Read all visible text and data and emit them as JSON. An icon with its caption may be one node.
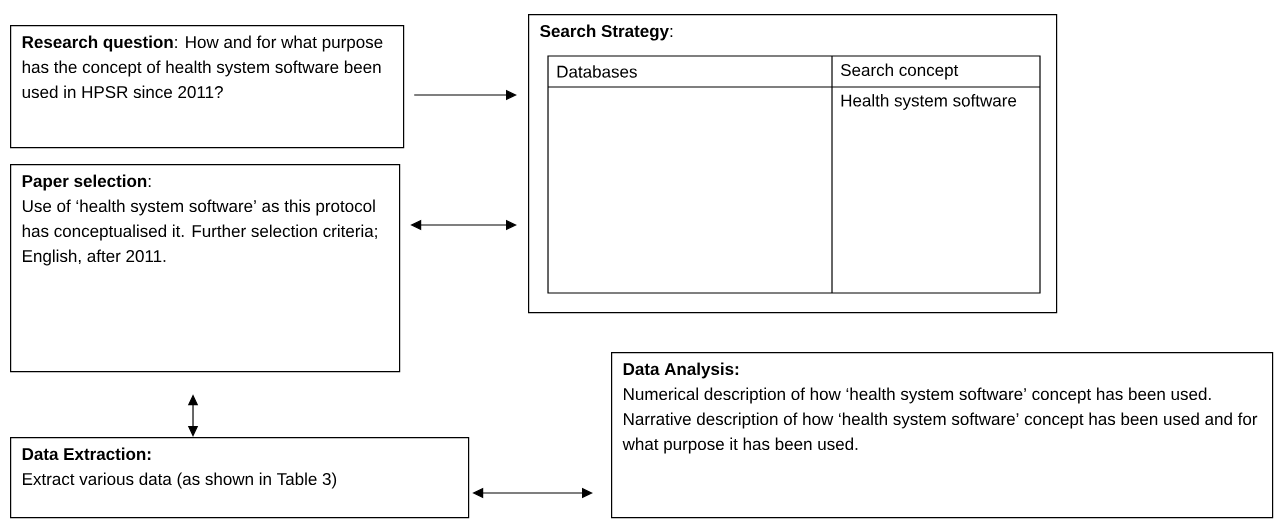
{
  "diagram": {
    "nodes": [
      {
        "text": [
          "**Research question**: How and for what purpose has the concept of health system software been used in HPSR since 2011?"
        ]
      },
      {
        "text": [
          "**Search Strategy**:"
        ]
      },
      {
        "text": [
          "**Paper selection**:",
          "Use of ‘health system software’ as this protocol has conceptualised it. Further selection criteria; English, after 2011."
        ]
      },
      {
        "text": [
          "Data Extraction:",
          "Extract various data (as shown in Table 3)"
        ]
      },
      {
        "text": [
          "Data Analysis:",
          "Numerical description of how ‘health system software’ concept has been used.",
          "Narrative description of how ‘health system software’ concept has been used and for what purpose it has been used."
        ]
      }
    ],
    "edges": [
      {
        "from": 0,
        "to": 1,
        "arrow": "to"
      },
      {
        "from": 2,
        "to": 1,
        "arrow": "both"
      },
      {
        "from": 2,
        "to": 3,
        "arrow": "both"
      },
      {
        "from": 3,
        "to": 4,
        "arrow": "both"
      }
    ],
    "labels": [
      "Databases",
      "Search concept",
      "Health system software"
    ]
  }
}
